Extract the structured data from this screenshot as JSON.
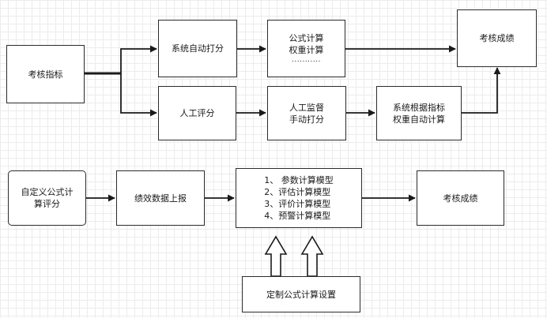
{
  "diagram": {
    "nodes": {
      "kaohe_zhibiao": {
        "lines": [
          "考核指标"
        ]
      },
      "xitong_zidong_dafen": {
        "lines": [
          "系统自动打分"
        ]
      },
      "gongshi_jisuan": {
        "lines": [
          "公式计算",
          "权重计算",
          "..........."
        ]
      },
      "kaohe_chengji_top": {
        "lines": [
          "考核成绩"
        ]
      },
      "rengong_pingfen": {
        "lines": [
          "人工评分"
        ]
      },
      "rengong_jiandu": {
        "lines": [
          "人工监督",
          "手动打分"
        ]
      },
      "xitong_genju": {
        "lines": [
          "系统根据指标",
          "权重自动计算"
        ]
      },
      "zidingyi": {
        "lines": [
          "自定义公式计",
          "算评分"
        ]
      },
      "jixiao_shangbao": {
        "lines": [
          "绩效数据上报"
        ]
      },
      "models": {
        "lines": [
          "1、 参数计算模型",
          "2、评估计算模型",
          "3、评价计算模型",
          "4、预警计算模型"
        ]
      },
      "kaohe_chengji_bottom": {
        "lines": [
          "考核成绩"
        ]
      },
      "dingzhi_shezhi": {
        "lines": [
          "定制公式计算设置"
        ]
      }
    }
  }
}
